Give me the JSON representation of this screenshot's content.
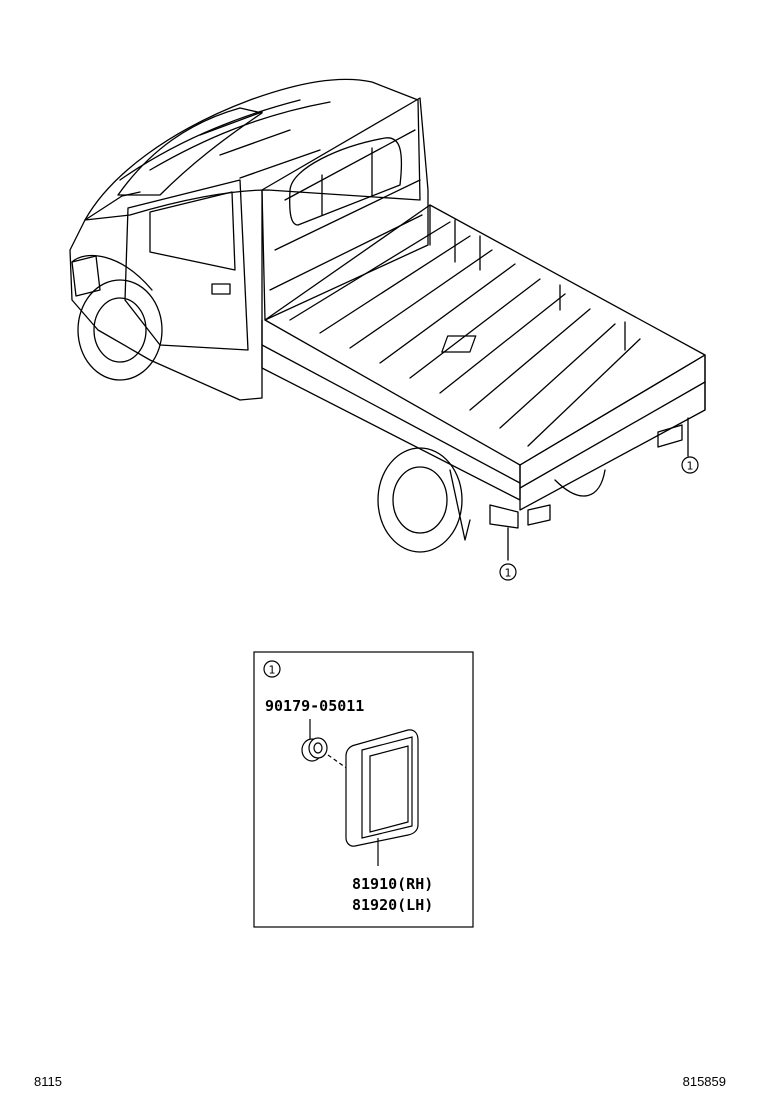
{
  "callout_symbol": "1",
  "parts": {
    "nut_number": "90179-05011",
    "lamp_rh": "81910(RH)",
    "lamp_lh": "81920(LH)"
  },
  "footer": {
    "left_code": "8115",
    "right_code": "815859"
  }
}
